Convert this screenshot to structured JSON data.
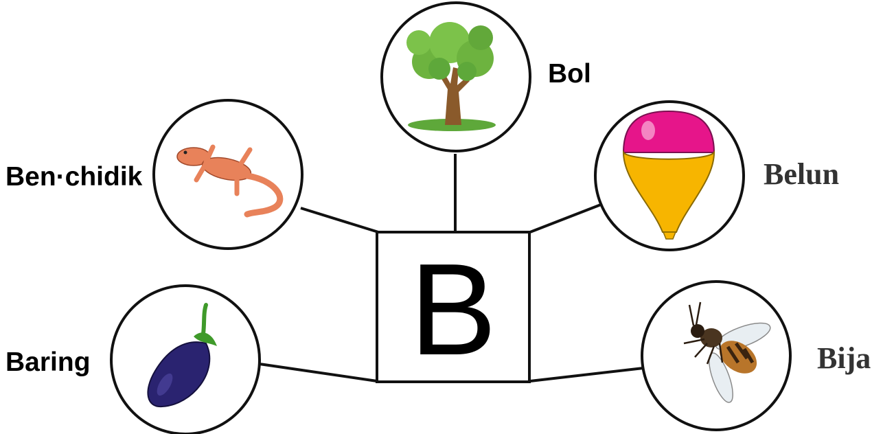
{
  "center": {
    "letter": "B"
  },
  "words": {
    "tree": "Bol",
    "lizard": "Ben·chidik",
    "balloon": "Belun",
    "brinjal": "Baring",
    "bee": "Bija"
  },
  "colors": {
    "line": "#111111",
    "tree_leaf": "#6db33f",
    "tree_trunk": "#8a5a2b",
    "lizard": "#e8825a",
    "balloon_top": "#e6158a",
    "balloon_bottom": "#f7b500",
    "brinjal": "#2a2370",
    "bee": "#b8752a"
  }
}
